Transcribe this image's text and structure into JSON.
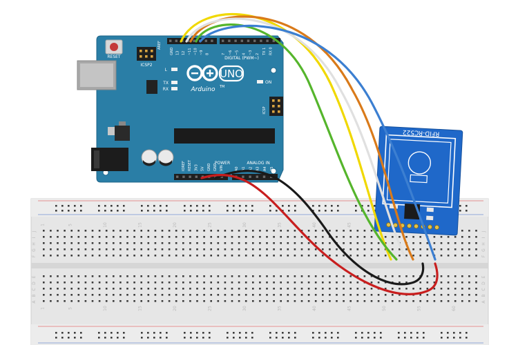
{
  "arduino": {
    "reset_label": "RESET",
    "icsp2_label": "ICSP2",
    "icsp_label": "ICSP",
    "brand_label": "Arduino",
    "model_label": "UNO",
    "tm_label": "TM",
    "digital_label": "DIGITAL (PWM~)",
    "led_l": "L",
    "led_tx": "TX",
    "led_rx": "RX",
    "on_label": "ON",
    "power_label": "POWER",
    "analog_label": "ANALOG IN",
    "aref_label": "AREF",
    "top_pins": [
      "GND",
      "13",
      "12",
      "~11",
      "~10",
      "~9",
      "8",
      "7",
      "~6",
      "~5",
      "4",
      "~3",
      "2",
      "TX 1",
      "RX 0"
    ],
    "power_pins": [
      "IOREF",
      "RESET",
      "3V3",
      "5V",
      "GND",
      "GND",
      "VIN"
    ],
    "analog_pins": [
      "A0",
      "A1",
      "A2",
      "A3",
      "A4",
      "A5"
    ]
  },
  "rfid": {
    "label": "RFID-RC522"
  },
  "breadboard": {
    "row_labels": [
      "A",
      "B",
      "C",
      "D",
      "E",
      "F",
      "G",
      "H",
      "I",
      "J"
    ],
    "column_labels": [
      "1",
      "5",
      "10",
      "15",
      "20",
      "25",
      "30",
      "35",
      "40",
      "45",
      "50",
      "55",
      "60"
    ]
  },
  "colors": {
    "board": "#2a7ea6",
    "rfid_board": "#1f68c9",
    "breadboard": "#e8e8e8",
    "wire_yellow": "#f0d800",
    "wire_orange": "#d97a1a",
    "wire_white": "#e0e0e0",
    "wire_green": "#55b52c",
    "wire_blue": "#3c7fd1",
    "wire_black": "#1a1a1a",
    "wire_red": "#c81e1e"
  }
}
